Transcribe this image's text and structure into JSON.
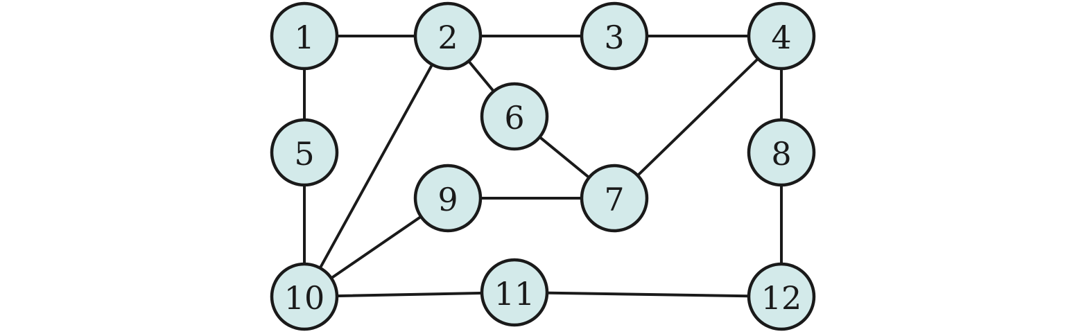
{
  "diagram": {
    "node_fill": "#d3eaea",
    "stroke_color": "#1a1a1a",
    "nodes": [
      {
        "id": "1",
        "label": "1"
      },
      {
        "id": "2",
        "label": "2"
      },
      {
        "id": "3",
        "label": "3"
      },
      {
        "id": "4",
        "label": "4"
      },
      {
        "id": "5",
        "label": "5"
      },
      {
        "id": "6",
        "label": "6"
      },
      {
        "id": "7",
        "label": "7"
      },
      {
        "id": "8",
        "label": "8"
      },
      {
        "id": "9",
        "label": "9"
      },
      {
        "id": "10",
        "label": "10"
      },
      {
        "id": "11",
        "label": "11"
      },
      {
        "id": "12",
        "label": "12"
      }
    ],
    "edges": [
      [
        "1",
        "2"
      ],
      [
        "2",
        "3"
      ],
      [
        "3",
        "4"
      ],
      [
        "1",
        "5"
      ],
      [
        "5",
        "10"
      ],
      [
        "2",
        "6"
      ],
      [
        "2",
        "10"
      ],
      [
        "6",
        "7"
      ],
      [
        "4",
        "7"
      ],
      [
        "4",
        "8"
      ],
      [
        "9",
        "7"
      ],
      [
        "9",
        "10"
      ],
      [
        "10",
        "11"
      ],
      [
        "11",
        "12"
      ],
      [
        "8",
        "12"
      ]
    ]
  }
}
